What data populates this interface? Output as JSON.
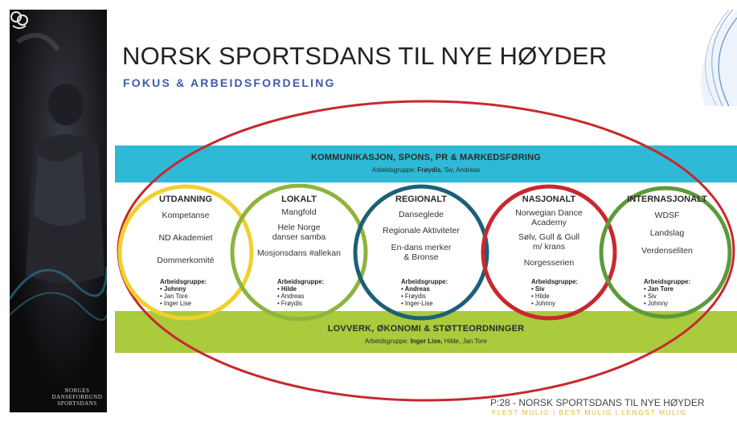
{
  "title": "NORSK SPORTSDANS TIL NYE HØYDER",
  "subtitle": "FOKUS & ARBEIDSFORDELING",
  "top_band": {
    "title": "KOMMUNIKASJON, SPONS, PR & MARKEDSFØRING",
    "group_label": "Arbeidsgruppe:",
    "group_bold": "Frøydis,",
    "group_rest": "Siv, Andreas"
  },
  "bottom_band": {
    "title": "LOVVERK, ØKONOMI & STØTTEORDNINGER",
    "group_label": "Arbeidsgruppe:",
    "group_bold": "Inger Lise,",
    "group_rest": "Hilde, Jan Tore"
  },
  "columns": [
    {
      "heading": "UTDANNING",
      "items": [
        "Kompetanse",
        "ND Akademiet",
        "Dommerkomité"
      ],
      "group_label": "Arbeidsgruppe:",
      "members": [
        "Johnny",
        "Jan Tore",
        "Inger Lise"
      ]
    },
    {
      "heading": "LOKALT",
      "items": [
        "Mangfold",
        "Hele Norge danser samba",
        "Mosjonsdans #allekan"
      ],
      "group_label": "Arbeidsgruppe:",
      "members": [
        "Hilde",
        "Andreas",
        "Frøydis"
      ]
    },
    {
      "heading": "REGIONALT",
      "items": [
        "Danseglede",
        "Regionale Aktiviteter",
        "En-dans merker & Bronse"
      ],
      "group_label": "Arbeidsgruppe:",
      "members": [
        "Andreas",
        "Frøydis",
        "Inger-Lise"
      ]
    },
    {
      "heading": "NASJONALT",
      "items": [
        "Norwegian Dance Academy",
        "Sølv, Gull & Gull m/ krans",
        "Norgesserien"
      ],
      "group_label": "Arbeidsgruppe:",
      "members": [
        "Siv",
        "Hilde",
        "Johnny"
      ]
    },
    {
      "heading": "INTERNASJONALT",
      "items": [
        "WDSF",
        "Landslag",
        "Verdenseliten"
      ],
      "group_label": "Arbeidsgruppe:",
      "members": [
        "Jan Tore",
        "Siv",
        "Johnny"
      ]
    }
  ],
  "logo_text": [
    "NORGES",
    "DANSEFORBUND",
    "SPORTSDANS"
  ],
  "footer": "P:28 - NORSK SPORTSDANS TIL NYE HØYDER",
  "tagline": "FLEST MULIG | BEST MULIG | LENGST MULIG",
  "colors": {
    "ring_outer": "#c8282e",
    "ring_utdanning": "#f1d02e",
    "ring_lokalt": "#8db43e",
    "ring_regionalt": "#1c6078",
    "ring_nasjonalt": "#c8282e",
    "ring_internasjonalt": "#5d9a3a",
    "band_top": "#2eb9d6",
    "band_bottom": "#a9cb3c",
    "subtitle": "#3e5aa8"
  }
}
